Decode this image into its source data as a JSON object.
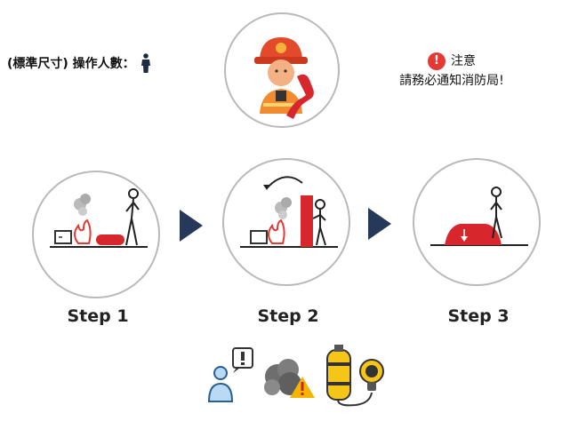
{
  "operator": {
    "label": "(標準尺寸) 操作人數：",
    "icon": "person-icon"
  },
  "hero": {
    "icon": "firefighter-phone-icon"
  },
  "notice": {
    "title": "注意",
    "message": "請務必通知消防局!",
    "icon": "alert-icon"
  },
  "steps": [
    {
      "label": "Step 1",
      "icon": "fire-blanket-carry-icon"
    },
    {
      "label": "Step 2",
      "icon": "fire-blanket-open-door-icon"
    },
    {
      "label": "Step 3",
      "icon": "fire-blanket-covered-icon"
    }
  ],
  "footer_icons": [
    "person-alert-icon",
    "smoke-warning-icon",
    "breathing-apparatus-icon"
  ],
  "colors": {
    "arrow": "#26395a",
    "blanket": "#d7262c",
    "circle_border": "#b9b9b9",
    "alert": "#e53935"
  }
}
